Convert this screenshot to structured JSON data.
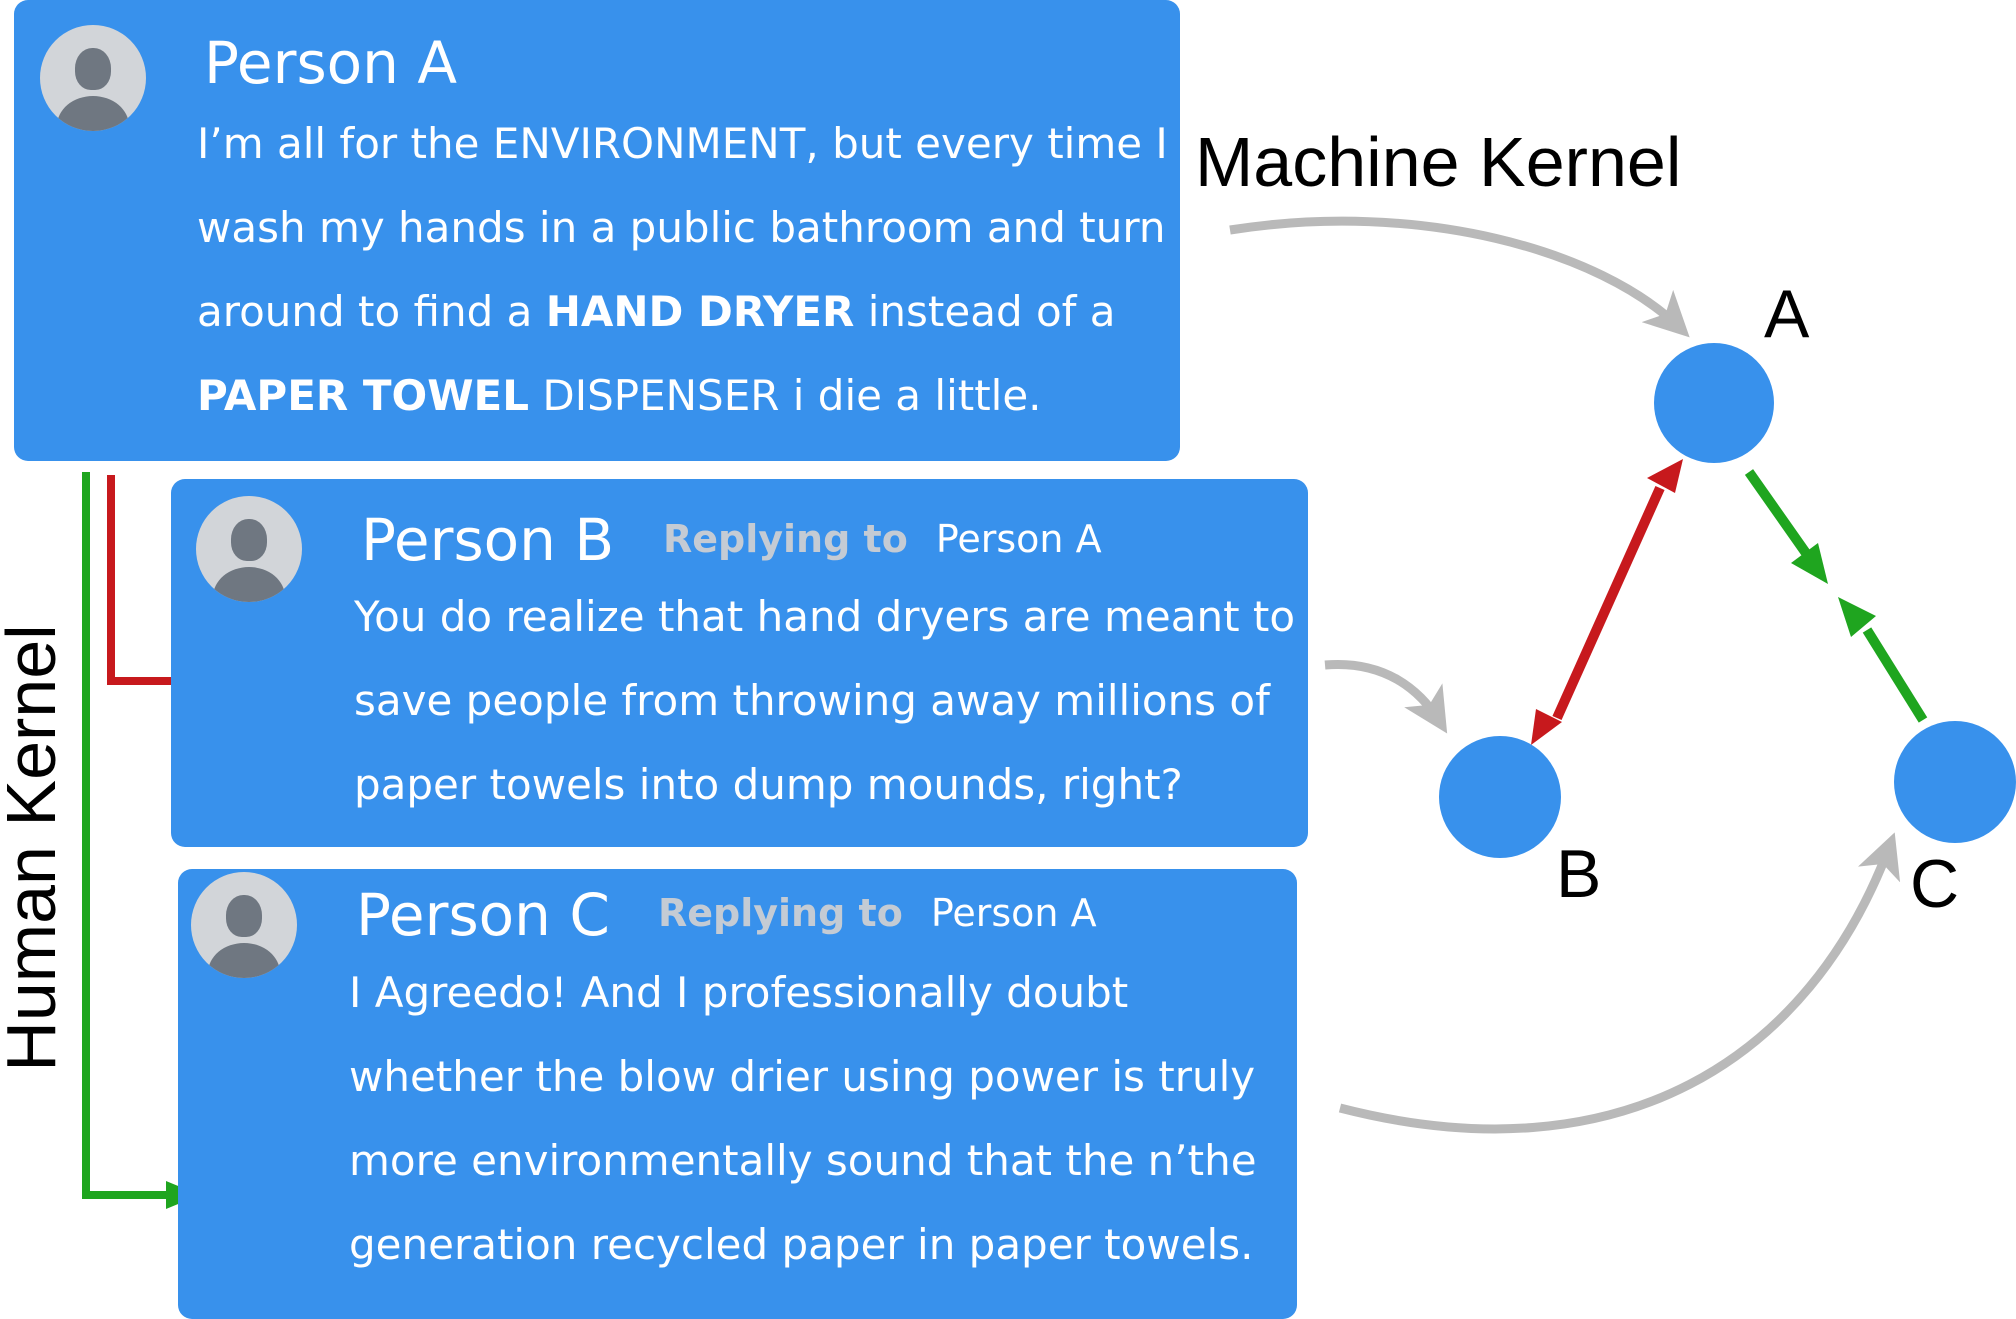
{
  "colors": {
    "card_bg": "#3891ec",
    "node": "#3891ec",
    "arrow_gray": "#b9b9b9",
    "arrow_red": "#c7191d",
    "arrow_green": "#1fa51f"
  },
  "posts": [
    {
      "name": "Person A",
      "avatar_icon": "user-avatar-icon",
      "lines": [
        [
          "I’m all for the ENVIRONMENT, but every time I"
        ],
        [
          "wash my hands in a public bathroom and turn"
        ],
        [
          "around to find a ",
          "HAND DRYER",
          " instead of a"
        ],
        [
          "PAPER TOWEL",
          " DISPENSER i die a little."
        ]
      ]
    },
    {
      "name": "Person B",
      "replying_label": "Replying to",
      "replying_to": "Person A",
      "avatar_icon": "user-avatar-icon",
      "lines": [
        [
          "You do realize that hand dryers are meant to"
        ],
        [
          "save people from throwing away millions of"
        ],
        [
          "paper towels into dump mounds, right?"
        ]
      ]
    },
    {
      "name": "Person C",
      "replying_label": "Replying to",
      "replying_to": "Person A",
      "avatar_icon": "user-avatar-icon",
      "lines": [
        [
          "I Agreedo! And I professionally doubt"
        ],
        [
          "whether the blow drier using power is truly"
        ],
        [
          "more environmentally sound that the n’the"
        ],
        [
          "generation recycled paper in paper towels."
        ]
      ]
    }
  ],
  "labels": {
    "machine_kernel": "Machine Kernel",
    "human_kernel": "Human Kernel"
  },
  "graph": {
    "nodes": [
      "A",
      "B",
      "C"
    ],
    "edges": [
      {
        "from": "A",
        "to": "B",
        "color": "red",
        "direction": "bidirectional"
      },
      {
        "from": "A",
        "to": "C",
        "color": "green",
        "direction": "both-toward-middle"
      }
    ]
  }
}
